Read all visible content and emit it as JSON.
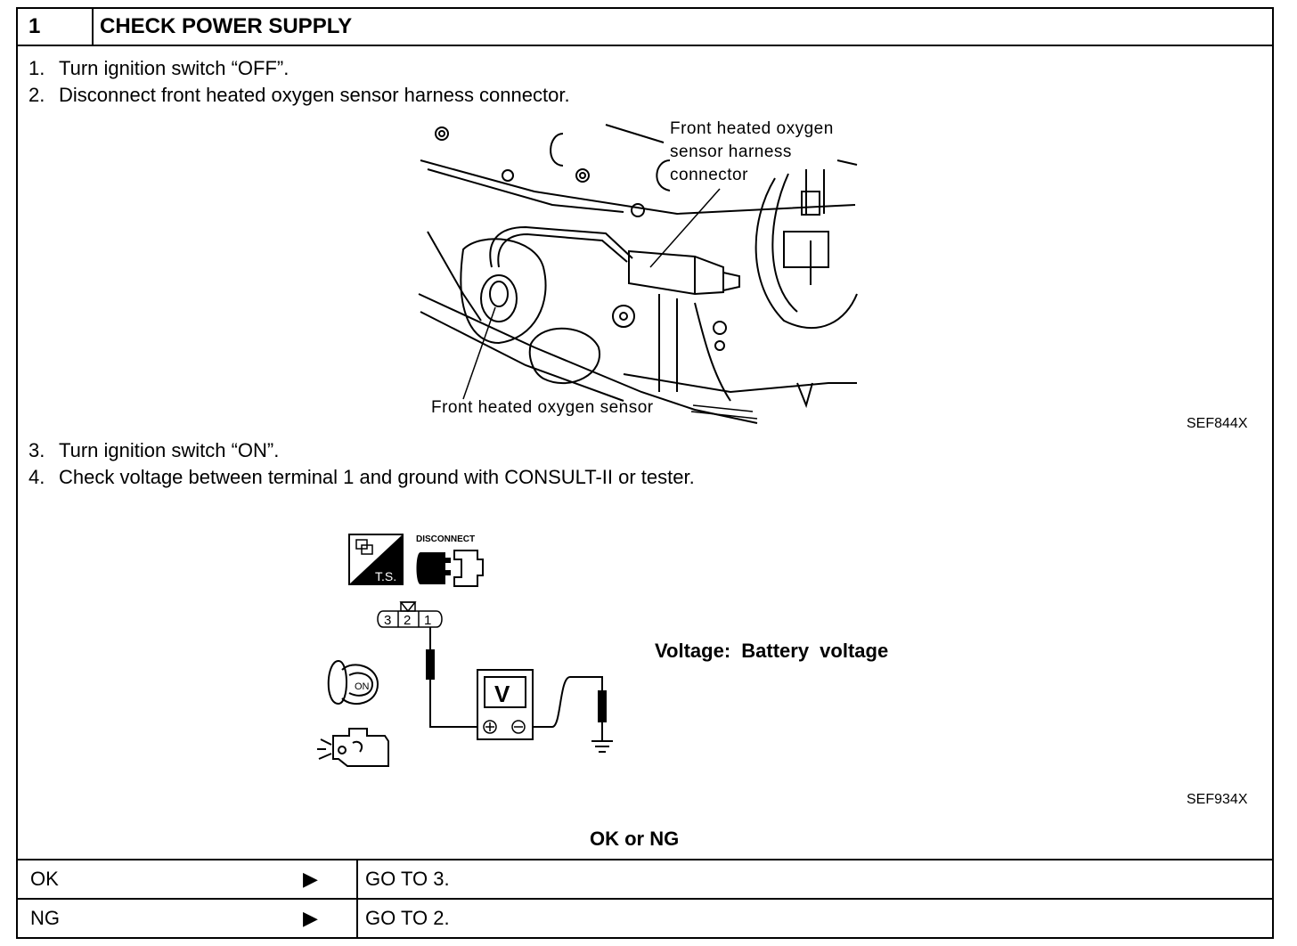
{
  "header": {
    "step_number": "1",
    "title": "CHECK POWER SUPPLY"
  },
  "steps": [
    {
      "num": "1.",
      "text": "Turn ignition switch “OFF”."
    },
    {
      "num": "2.",
      "text": "Disconnect front heated oxygen sensor harness connector."
    },
    {
      "num": "3.",
      "text": "Turn ignition switch “ON”."
    },
    {
      "num": "4.",
      "text": "Check voltage between terminal 1 and ground with CONSULT-II or tester."
    }
  ],
  "figure1": {
    "code": "SEF844X",
    "label_connector": [
      "Front heated oxygen",
      "sensor harness",
      "connector"
    ],
    "label_sensor": "Front heated oxygen sensor"
  },
  "figure2": {
    "code": "SEF934X",
    "ts_label": "T.S.",
    "disconnect_label": "DISCONNECT",
    "terminals": [
      "3",
      "2",
      "1"
    ],
    "meter_symbol": "V",
    "key_label": "ON",
    "spec_text": "Voltage: Battery voltage"
  },
  "decision": {
    "question": "OK or NG",
    "rows": [
      {
        "result": "OK",
        "arrow": "▶",
        "action": "GO TO 3."
      },
      {
        "result": "NG",
        "arrow": "▶",
        "action": "GO TO 2."
      }
    ]
  }
}
